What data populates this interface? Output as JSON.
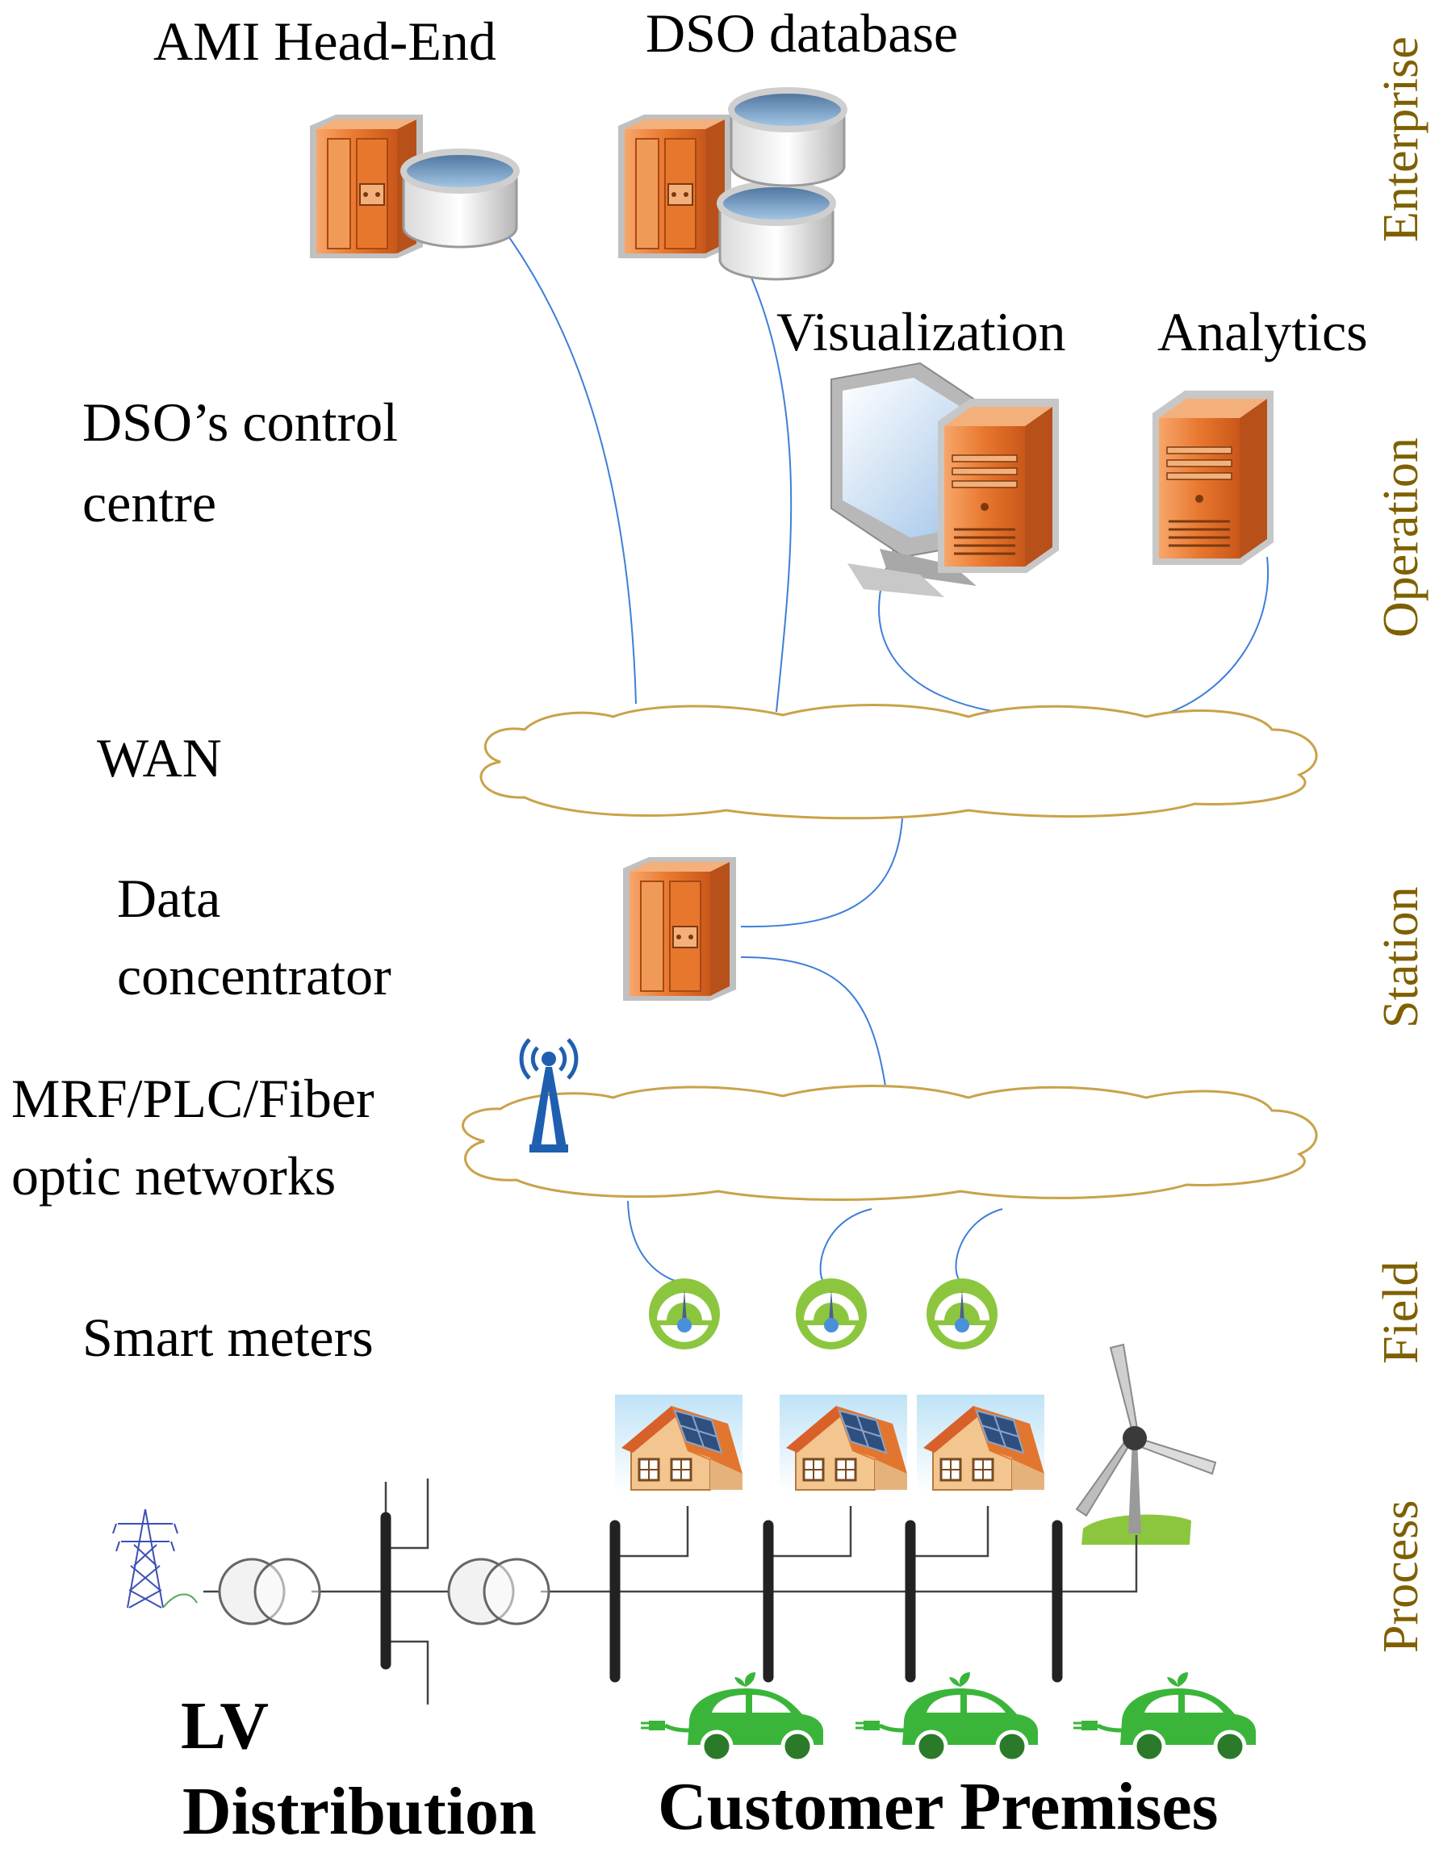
{
  "labels": {
    "ami_head_end": "AMI Head-End",
    "dso_database": "DSO database",
    "visualization": "Visualization",
    "analytics": "Analytics",
    "control_centre_line1": "DSO’s control",
    "control_centre_line2": "centre",
    "wan": "WAN",
    "data_concentrator_line1": "Data",
    "data_concentrator_line2": "concentrator",
    "field_network_line1": "MRF/PLC/Fiber",
    "field_network_line2": "optic networks",
    "smart_meters": "Smart meters",
    "lv_line1": "LV",
    "lv_line2": "Distribution",
    "customer_premises": "Customer Premises"
  },
  "zones": [
    "Enterprise",
    "Operation",
    "Station",
    "Field",
    "Process"
  ],
  "icons": {
    "server": "server-icon",
    "database": "database-icon",
    "monitor": "monitor-icon",
    "cloud": "cloud-icon",
    "antenna": "antenna-icon",
    "meter": "smart-meter-icon",
    "house": "solar-house-icon",
    "wind": "wind-turbine-icon",
    "ev": "electric-car-icon",
    "pylon": "transmission-tower-icon",
    "transformer": "transformer-icon"
  },
  "colors": {
    "server_orange": "#e8772e",
    "link_blue": "#3d7fd9",
    "cloud_stroke": "#c9a24a",
    "zone_text": "#7f6000",
    "meter_green": "#8cc63f",
    "car_green": "#3ab53a",
    "bus_dark": "#222222"
  }
}
